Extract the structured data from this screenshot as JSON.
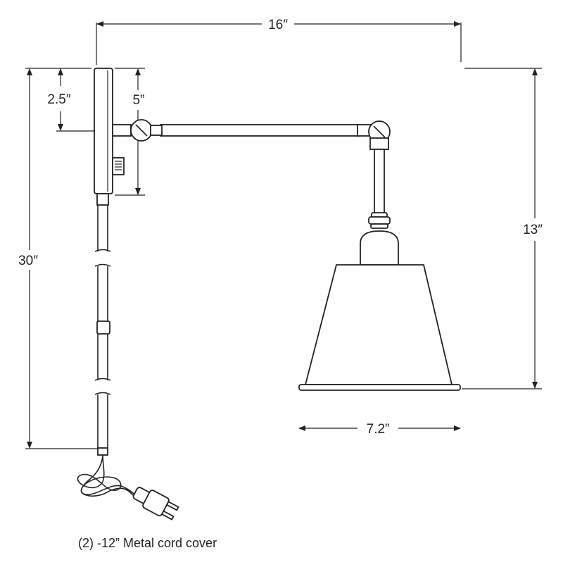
{
  "diagram": {
    "dimensions": {
      "total_width": "16″",
      "total_height": "30″",
      "backplate_offset": "2.5″",
      "backplate_height": "5”",
      "lamp_height": "13″",
      "shade_width": "7.2”"
    },
    "caption": "(2) -12” Metal cord cover"
  }
}
